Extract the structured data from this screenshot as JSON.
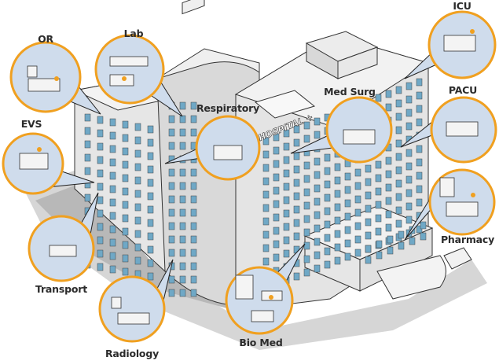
{
  "title": "Hospital departments illustration",
  "colors": {
    "callout_fill": "#cfdcec",
    "callout_border": "#f0a020",
    "window": "#6fa8c6",
    "wall": "#e4e4e4",
    "ground": "#c9c9c9",
    "accent_orange": "#f0a020"
  },
  "building_sign": "HOSPITAL +",
  "departments": [
    {
      "id": "or",
      "label": "OR"
    },
    {
      "id": "lab",
      "label": "Lab"
    },
    {
      "id": "respiratory",
      "label": "Respiratory"
    },
    {
      "id": "med-surg",
      "label": "Med Surg"
    },
    {
      "id": "icu",
      "label": "ICU"
    },
    {
      "id": "pacu",
      "label": "PACU"
    },
    {
      "id": "evs",
      "label": "EVS"
    },
    {
      "id": "pharmacy",
      "label": "Pharmacy"
    },
    {
      "id": "transport",
      "label": "Transport"
    },
    {
      "id": "radiology",
      "label": "Radiology"
    },
    {
      "id": "bio-med",
      "label": "Bio Med"
    }
  ]
}
